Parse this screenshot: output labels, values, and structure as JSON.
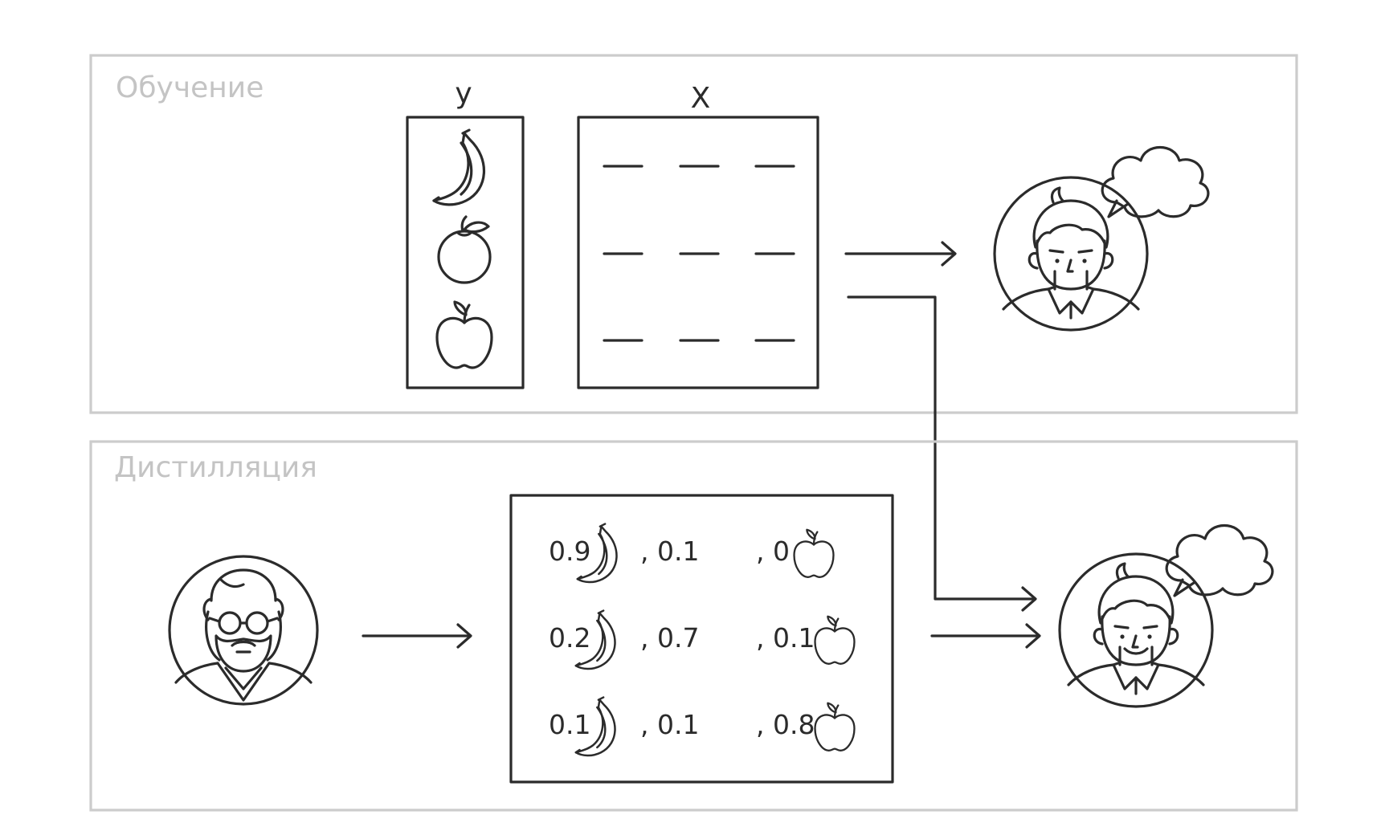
{
  "sections": {
    "training": {
      "title": "Обучение"
    },
    "distillation": {
      "title": "Дистилляция"
    }
  },
  "dataset": {
    "y_label": "y",
    "x_label": "X",
    "labels": [
      "banana-icon",
      "orange-icon",
      "apple-icon"
    ]
  },
  "soft_labels": {
    "rows": [
      {
        "p1": "0.9",
        "p2": ", 0.1",
        "p3": ", 0"
      },
      {
        "p1": "0.2",
        "p2": ", 0.7",
        "p3": ", 0.1"
      },
      {
        "p1": "0.1",
        "p2": ", 0.1",
        "p3": ", 0.8"
      }
    ]
  },
  "colors": {
    "ink": "#2b2b2b",
    "frame": "#cccccc",
    "title": "#c4c4c4"
  }
}
